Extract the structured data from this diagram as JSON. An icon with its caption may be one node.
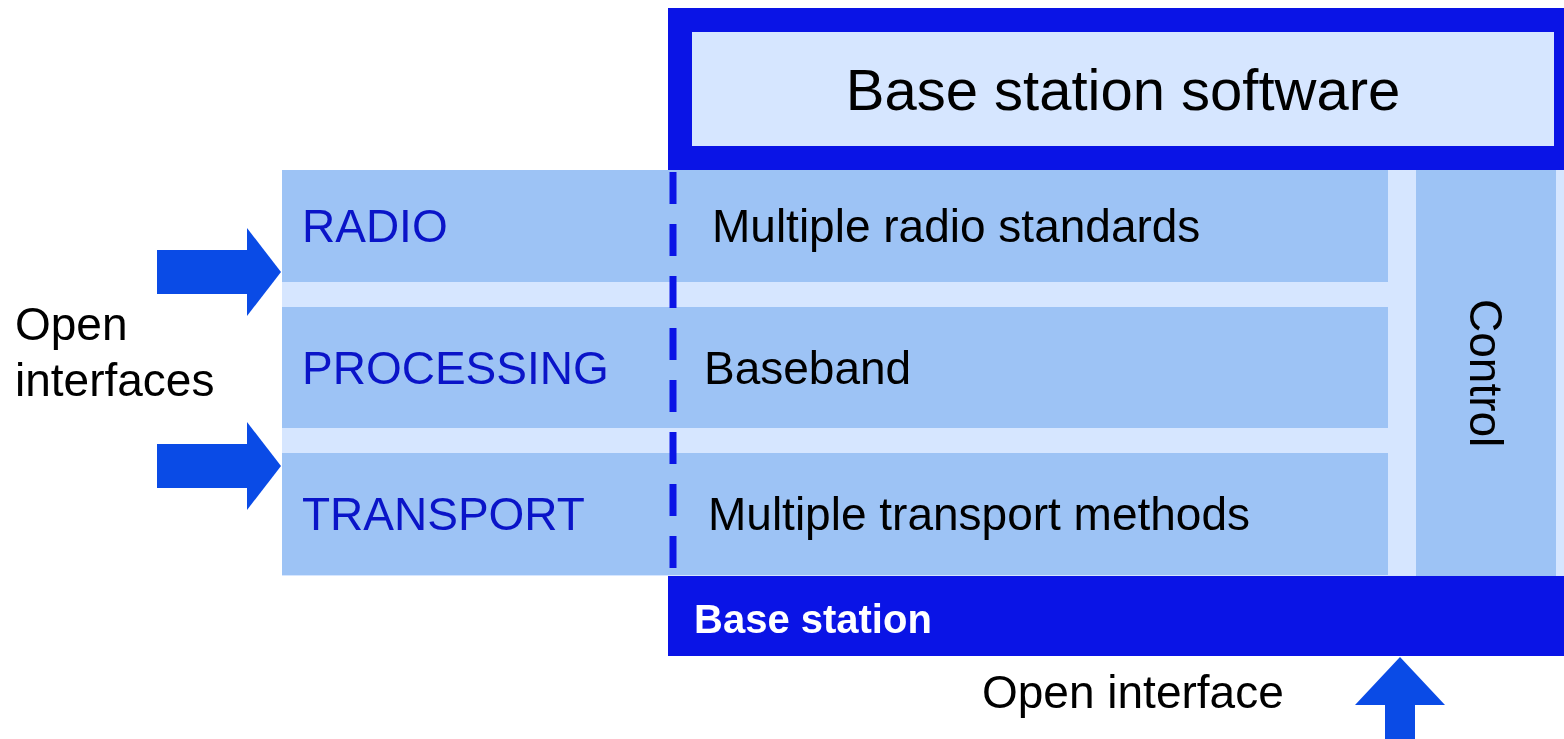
{
  "diagram": {
    "nodes": [
      {
        "text": [
          "Base station"
        ]
      },
      {
        "text": [
          "Base station software"
        ],
        "in": 0
      },
      {
        "text": [
          "RADIO"
        ]
      },
      {
        "text": [
          "Multiple radio standards"
        ],
        "in": 0
      },
      {
        "text": [
          "PROCESSING"
        ]
      },
      {
        "text": [
          "Baseband"
        ],
        "in": 0
      },
      {
        "text": [
          "TRANSPORT"
        ]
      },
      {
        "text": [
          "Multiple transport methods"
        ],
        "in": 0
      },
      {
        "text": [
          "Control"
        ],
        "in": 0
      }
    ],
    "edges": [
      {
        "from": null,
        "to": 2,
        "arrow": "to"
      },
      {
        "from": null,
        "to": 6,
        "arrow": "to"
      },
      {
        "from": null,
        "to": 0,
        "arrow": "to"
      }
    ],
    "labels": [
      "Open interfaces",
      "Open interface"
    ]
  }
}
